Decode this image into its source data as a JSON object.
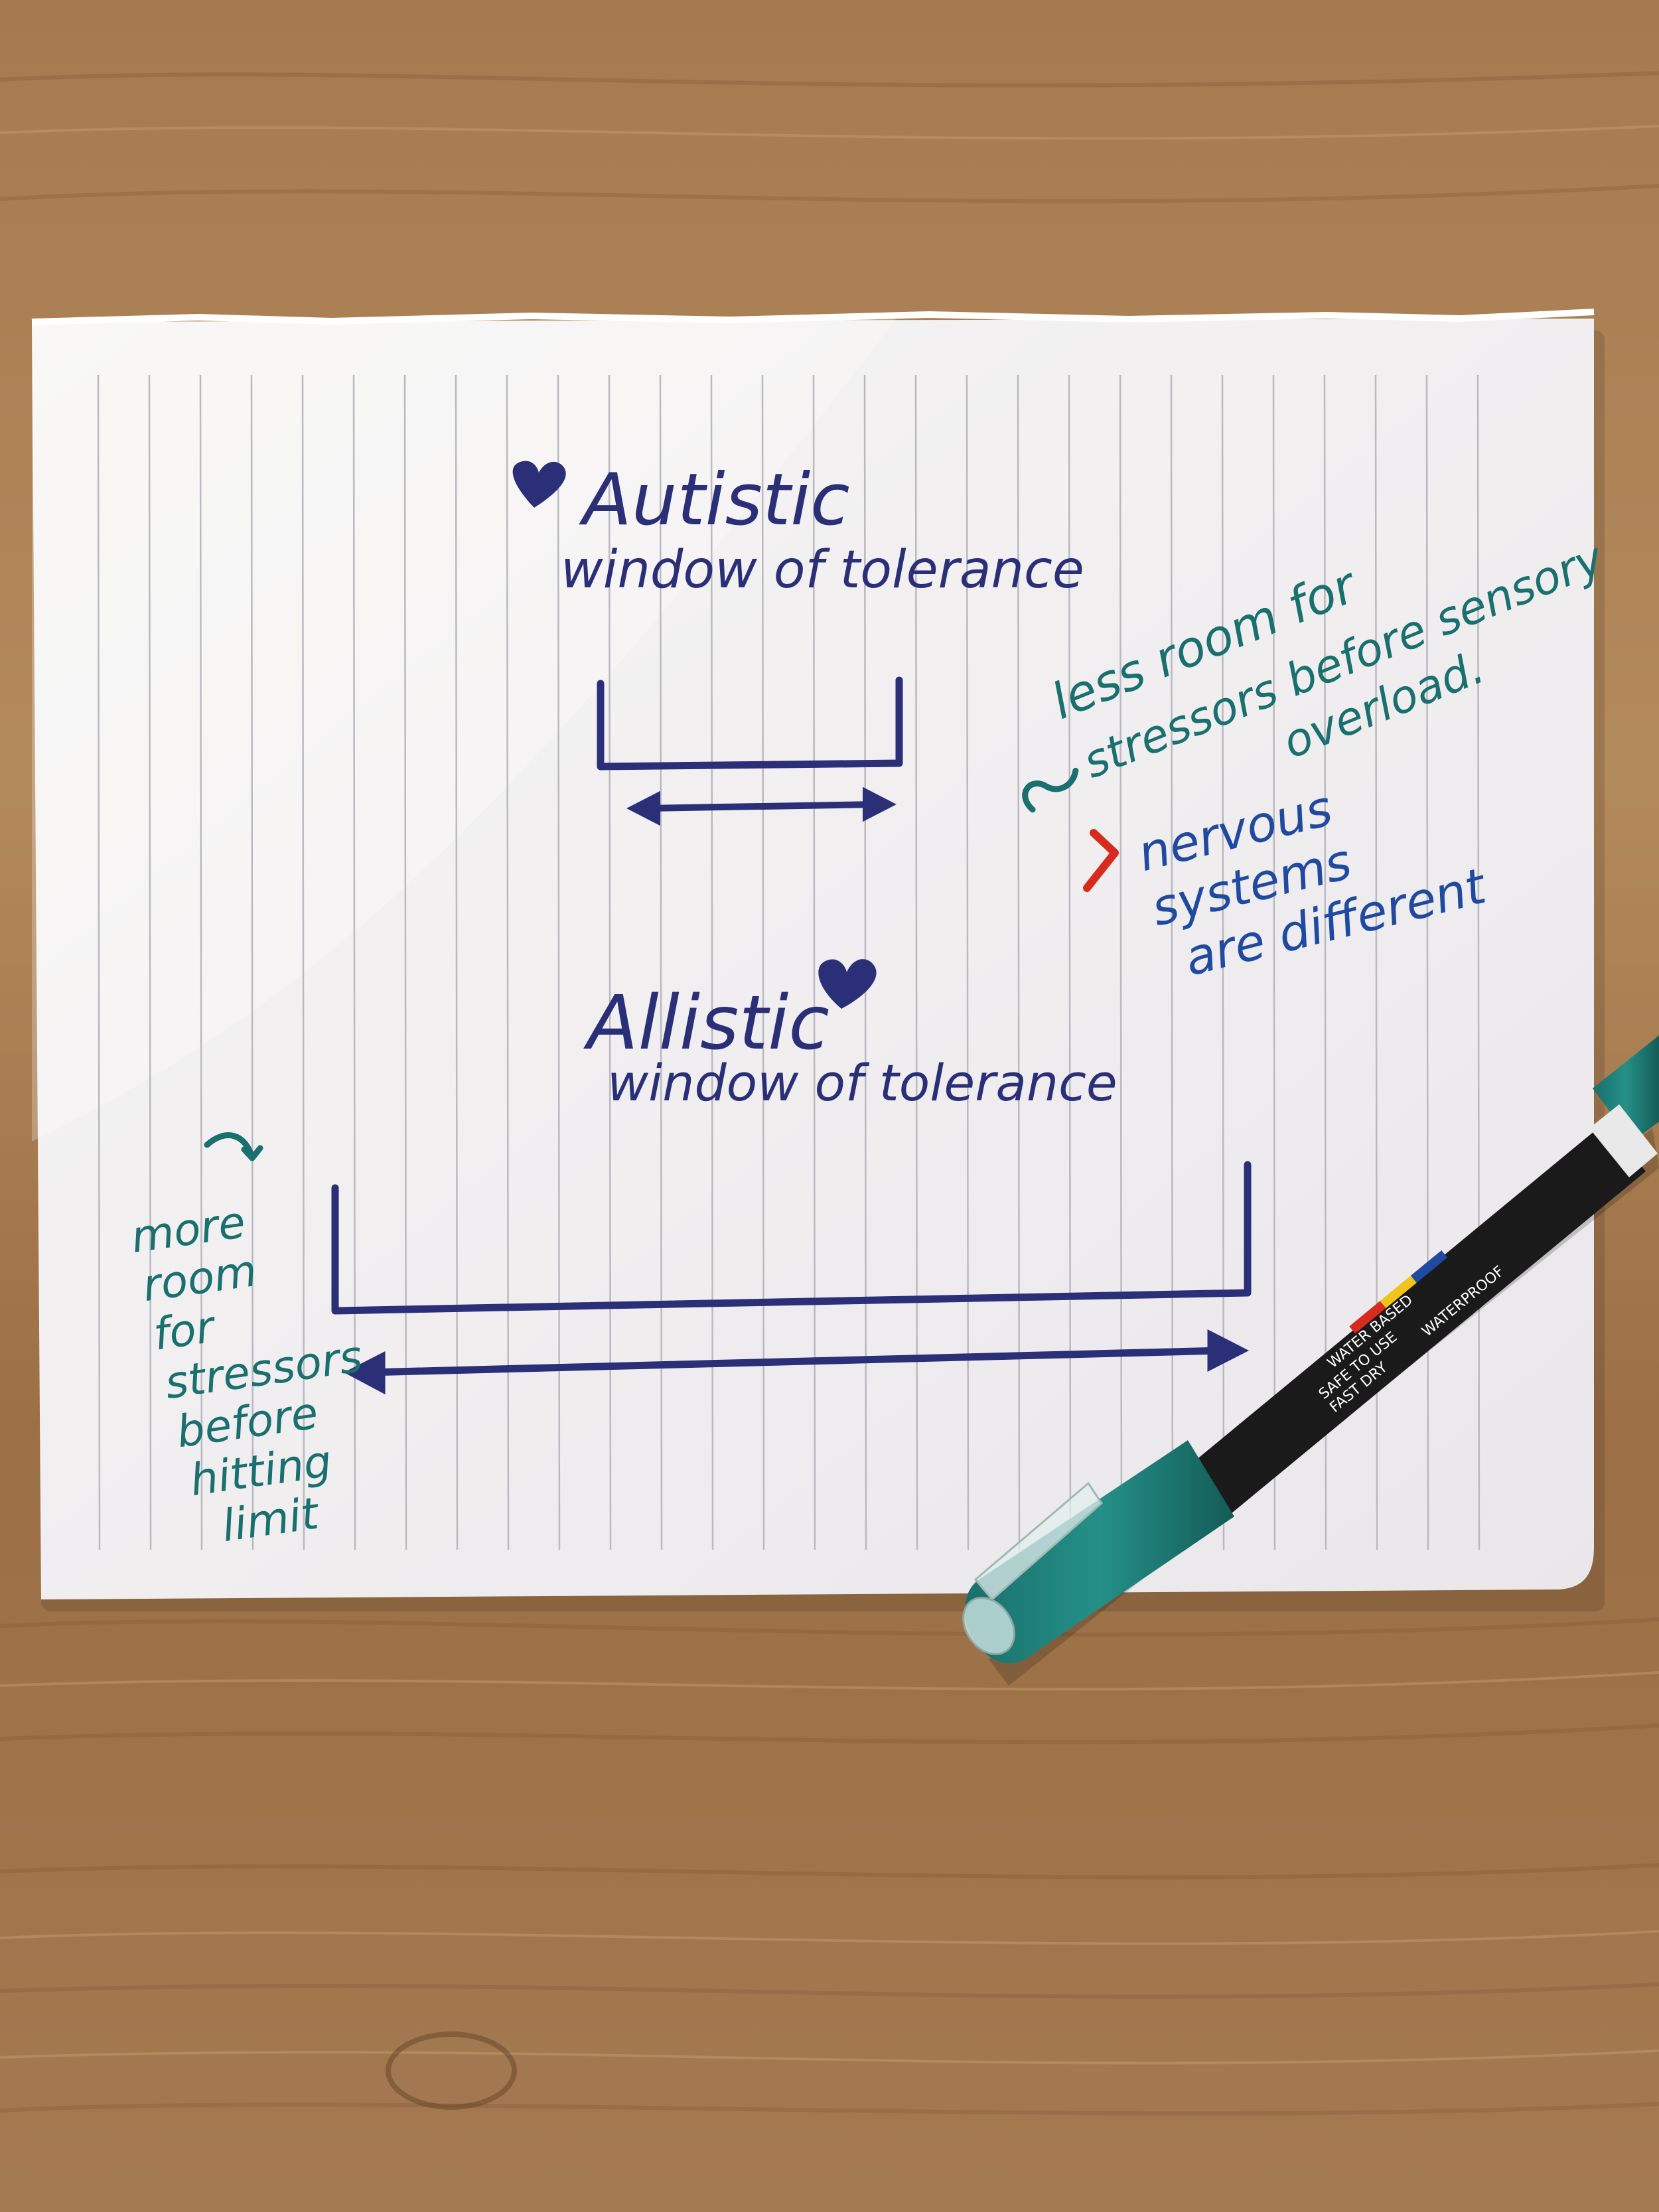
{
  "colors": {
    "wood": "#a57a4f",
    "wood_dark": "#7a5232",
    "wood_light": "#c49a6c",
    "paper": "#f3f1ef",
    "paper_line": "#b9b9bf",
    "navy_ink": "#2b2f77",
    "teal_ink": "#1a6f6f",
    "blue_ink": "#1f4aa0",
    "red_ink": "#d62b1e",
    "marker_body": "#1a1a1a",
    "marker_cap": "#1e7f7a"
  },
  "icons": {
    "heart_1": "heart-icon",
    "heart_2": "heart-icon",
    "arrow": "curved-arrow-icon",
    "chevron": "chevron-right-icon"
  },
  "note": {
    "autistic_title": "Autistic",
    "autistic_subtitle": "window of tolerance",
    "allistic_title": "Allistic",
    "allistic_subtitle": "window of tolerance",
    "teal_note_lines": [
      "less room for",
      "stressors before sensory",
      "overload."
    ],
    "blue_note_lines": [
      "nervous",
      "systems",
      "are different"
    ],
    "left_note_lines": [
      "more",
      "room",
      "for",
      "stressors",
      "before",
      "hitting",
      "limit"
    ]
  },
  "marker": {
    "label_lines": [
      "WATER BASED",
      "SAFE TO USE",
      "FAST DRY",
      "WATERPROOF"
    ]
  }
}
